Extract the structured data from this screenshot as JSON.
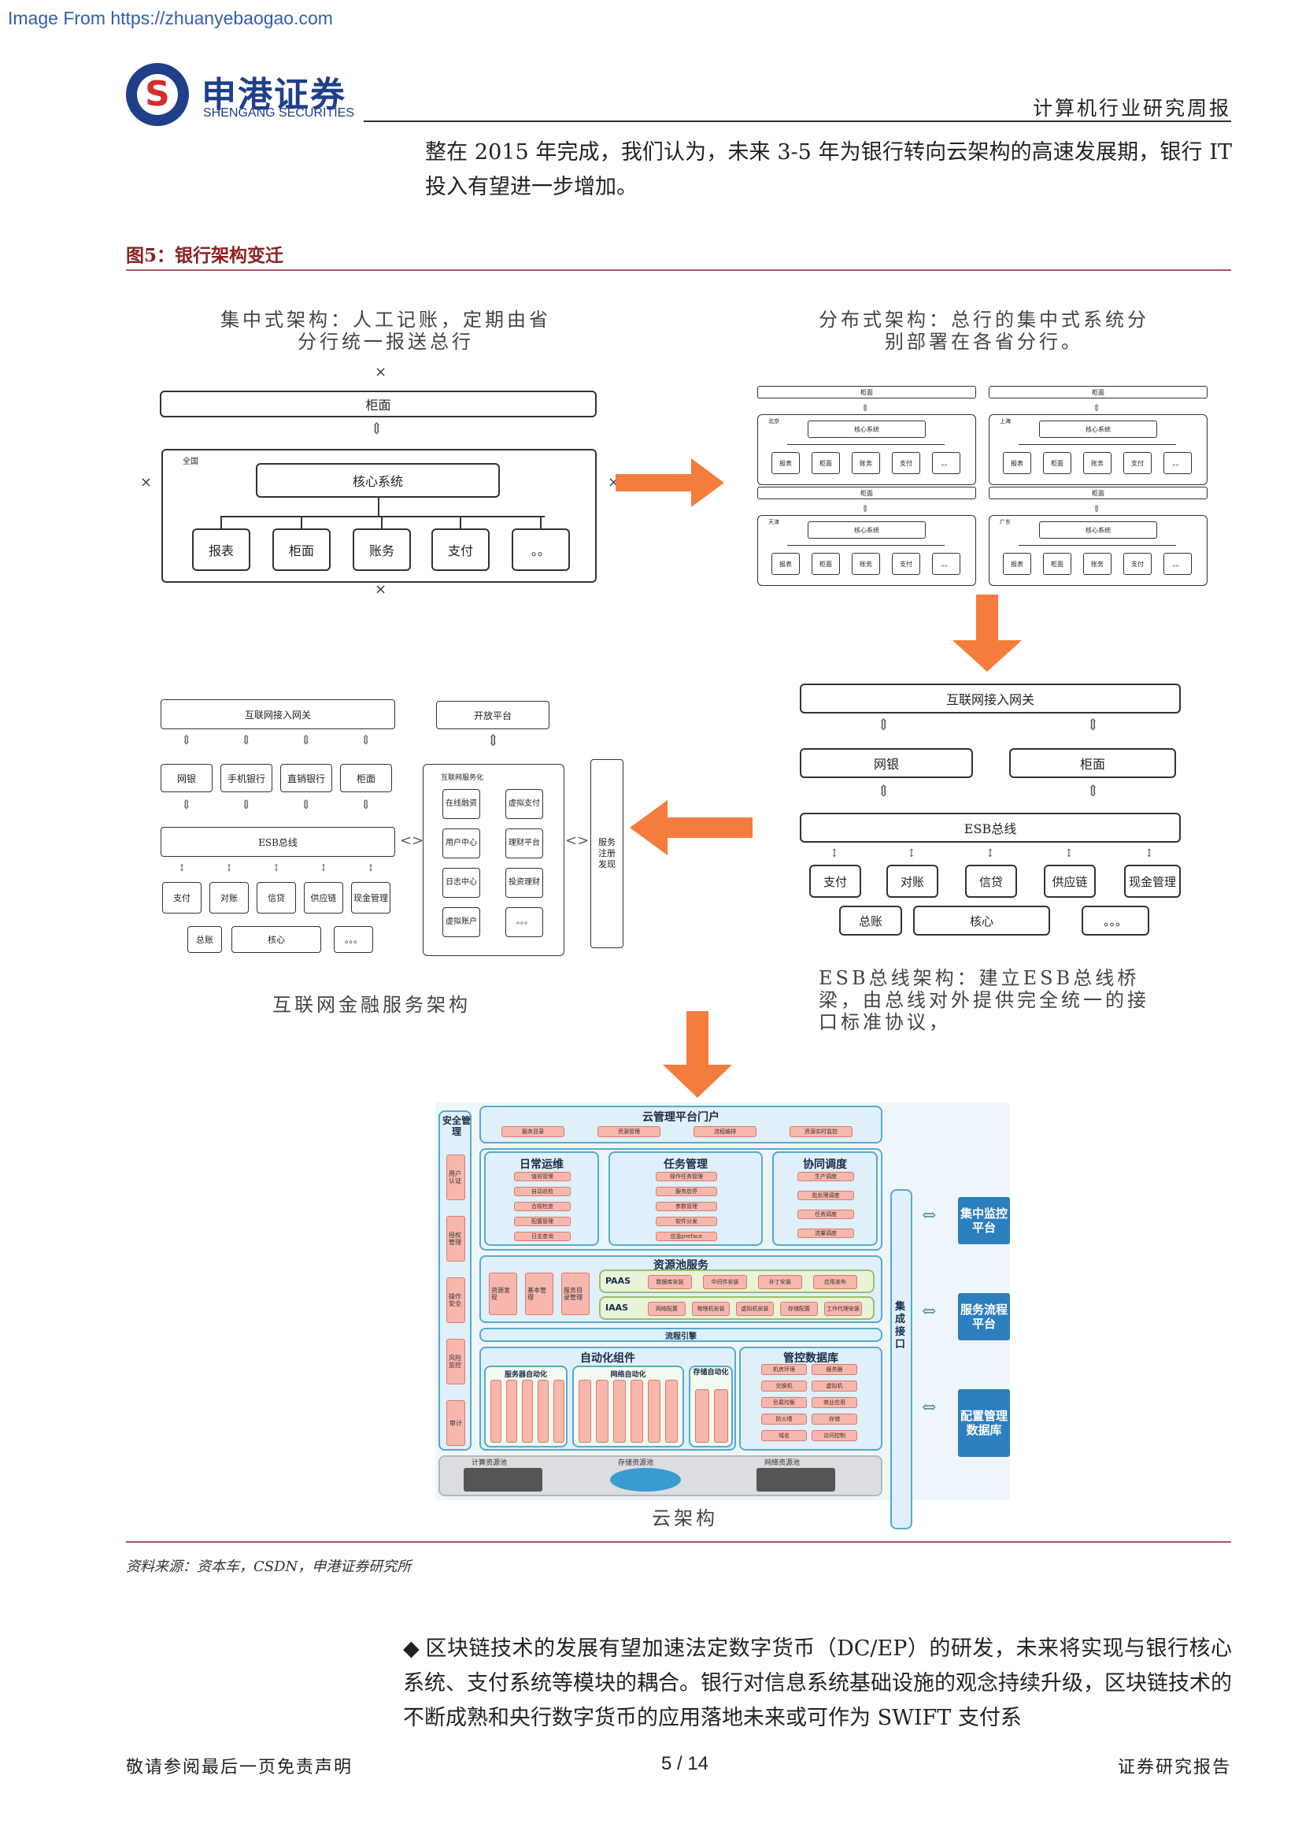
{
  "watermark": "Image From https://zhuanyebaogao.com",
  "header": {
    "brand_cn": "申港证券",
    "brand_en": "SHENGANG SECURITIES",
    "report_type": "计算机行业研究周报"
  },
  "intro_text": "整在 2015 年完成，我们认为，未来 3-5 年为银行转向云架构的高速发展期，银行 IT 投入有望进一步增加。",
  "figure": {
    "caption": "图5：银行架构变迁",
    "source": "资料来源：资本车，CSDN，申港证券研究所"
  },
  "diagram1": {
    "title": "集中式架构：人工记账，定期由省分行统一报送总行",
    "counter_top": "柜面",
    "region_label": "全国",
    "core": "核心系统",
    "modules": [
      "报表",
      "柜面",
      "账务",
      "支付",
      "。。"
    ]
  },
  "diagram2": {
    "title": "分布式架构：总行的集中式系统分别部署在各省分行。",
    "panel_top": "柜面",
    "panel_core": "核心系统",
    "panel_modules": [
      "报表",
      "柜面",
      "账务",
      "支付",
      "。。"
    ],
    "panel_labels": [
      "北京",
      "上海",
      "天津",
      "广东"
    ]
  },
  "diagram3": {
    "title": "ESB总线架构：建立ESB总线桥梁，由总线对外提供完全统一的接口标准协议，",
    "gateway": "互联网接入网关",
    "channels": [
      "网银",
      "柜面"
    ],
    "bus": "ESB总线",
    "modules_row1": [
      "支付",
      "对账",
      "信贷",
      "供应链",
      "现金管理"
    ],
    "modules_row2": [
      "总账",
      "核心",
      "。。。"
    ]
  },
  "diagram4": {
    "title": "互联网金融服务架构",
    "gateway": "互联网接入网关",
    "channels": [
      "网银",
      "手机银行",
      "直销银行",
      "柜面"
    ],
    "bus": "ESB总线",
    "modules_row1": [
      "支付",
      "对账",
      "信贷",
      "供应链",
      "现金管理"
    ],
    "modules_row2": [
      "总账",
      "核心",
      "。。。"
    ],
    "open_platform": "开放平台",
    "internet_label": "互联网服务化",
    "services": [
      "在线融资",
      "虚拟支付",
      "用户中心",
      "理财平台",
      "日志中心",
      "投资理财",
      "虚拟账户",
      "。。。"
    ],
    "registry": "服务注册发现"
  },
  "cloud": {
    "title": "云架构",
    "portal": "云管理平台门户",
    "portal_items": [
      "服务目录",
      "资源管理",
      "流程编排",
      "资源实时监控"
    ],
    "security": "安全管理",
    "security_items": [
      "用户认证",
      "授权管理",
      "操作安全",
      "风险监控",
      "审计"
    ],
    "daily_ops": "日常运维",
    "daily_items": [
      "值班管理",
      "自动巡检",
      "合规检查",
      "配置管理",
      "日志查询"
    ],
    "task_mgmt": "任务管理",
    "task_items": [
      "操作任务管理",
      "服务启停",
      "参数管理",
      "软件分发",
      "应急preface"
    ],
    "coordination": "协同调度",
    "coord_items": [
      "生产调度",
      "批处理调度",
      "任务调度",
      "流量调度"
    ],
    "resource_pool": "资源池服务",
    "paas": "PAAS",
    "paas_items": [
      "数据库安装",
      "中间件安装",
      "补丁安装",
      "应用发布"
    ],
    "iaas": "IAAS",
    "iaas_items": [
      "网络配置",
      "物理机安装",
      "虚拟机安装",
      "存储配置",
      "工作代理安装"
    ],
    "left_small": [
      "资源发现",
      "基本管理",
      "服务目录管理"
    ],
    "flow_engine": "流程引擎",
    "automation": "自动化组件",
    "server_auto": "服务器自动化",
    "net_auto": "网络自动化",
    "storage_auto": "存储自动化",
    "cmdb": "管控数据库",
    "cmdb_items": [
      "机房环境",
      "服务器",
      "交换机",
      "虚拟机",
      "负载均衡",
      "商业应用",
      "防火墙",
      "存储",
      "域名",
      "访问控制"
    ],
    "integration": "集成接口",
    "platforms": [
      "集中监控平台",
      "服务流程平台",
      "配置管理数据库"
    ],
    "pools": [
      "计算资源池",
      "存储资源池",
      "网络资源池"
    ]
  },
  "bullet_text": "区块链技术的发展有望加速法定数字货币（DC/EP）的研发，未来将实现与银行核心系统、支付系统等模块的耦合。银行对信息系统基础设施的观念持续升级，区块链技术的不断成熟和央行数字货币的应用落地未来或可作为 SWIFT 支付系",
  "footer": {
    "left": "敬请参阅最后一页免责声明",
    "page": "5 / 14",
    "right": "证券研究报告"
  },
  "colors": {
    "brand_blue": "#1f3f8a",
    "brand_red": "#d62b2b",
    "arrow_orange": "#f47c3c",
    "cloud_box": "#58a9cc",
    "cloud_pill": "#f7b7ac",
    "platform_blue": "#2b7fbf"
  }
}
